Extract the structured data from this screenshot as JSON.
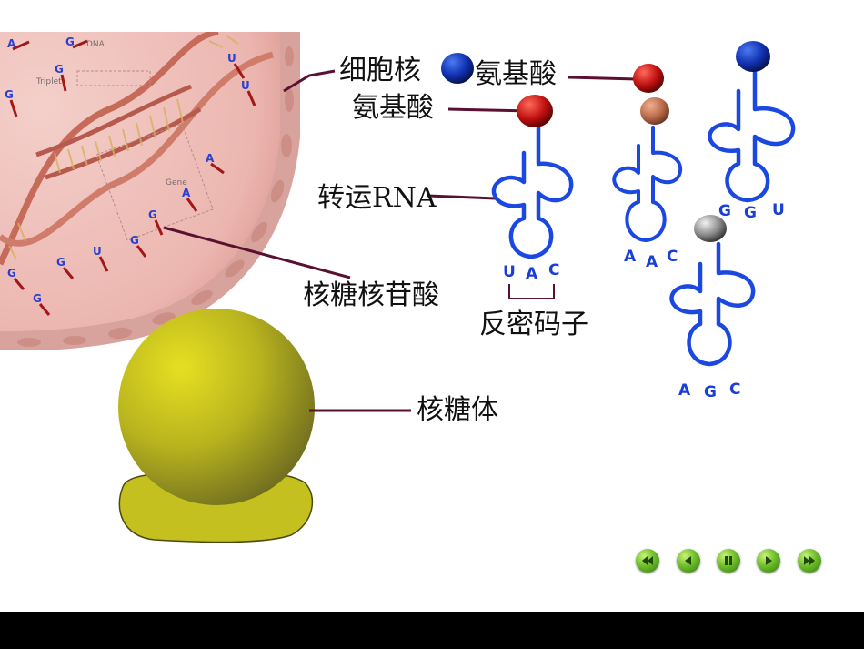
{
  "labels": {
    "nucleus": "细胞核",
    "amino_acid_1": "氨基酸",
    "amino_acid_2": "氨基酸",
    "trna": "转运RNA",
    "nucleotide": "核糖核苷酸",
    "anticodon": "反密码子",
    "ribosome": "核糖体"
  },
  "nucleus_panel": {
    "dna_label": "DNA",
    "triplet_label": "Triplet",
    "gene_label": "Gene"
  },
  "trna_molecules": [
    {
      "anticodon": [
        "U",
        "A",
        "C"
      ],
      "amino_acid_color": "#c01010"
    },
    {
      "anticodon": [
        "A",
        "A",
        "C"
      ],
      "amino_acid_color": "#b86a4a"
    },
    {
      "anticodon": [
        "G",
        "G",
        "U"
      ],
      "amino_acid_color": "#1030b0"
    },
    {
      "anticodon": [
        "A",
        "G",
        "C"
      ],
      "amino_acid_color": "#707070"
    }
  ],
  "free_amino_acids": [
    {
      "color": "#1a2fa0"
    },
    {
      "color": "#9a0a0a"
    }
  ],
  "navigation": {
    "buttons": [
      "first-icon",
      "prev-icon",
      "pause-icon",
      "play-icon",
      "last-icon"
    ]
  },
  "colors": {
    "trna": "#1a48e0",
    "leader_line": "#5a1030",
    "nucleus_fill": "#eebcb8",
    "ribosome": "#c8c020"
  }
}
